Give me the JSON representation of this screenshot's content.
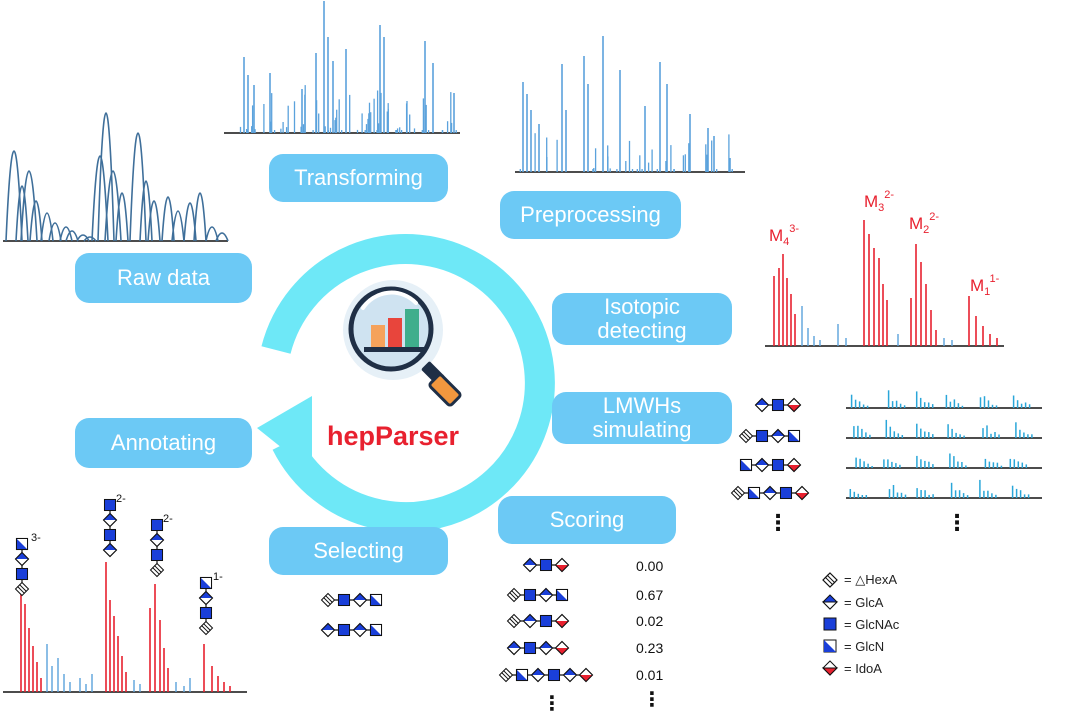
{
  "steps": {
    "raw_data": "Raw data",
    "transforming": "Transforming",
    "preprocessing": "Preprocessing",
    "isotopic_1": "Isotopic",
    "isotopic_2": "detecting",
    "lmwhs_1": "LMWHs",
    "lmwhs_2": "simulating",
    "scoring": "Scoring",
    "selecting": "Selecting",
    "annotating": "Annotating"
  },
  "center": {
    "name": "hepParser"
  },
  "peak_labels": {
    "m4_base": "M",
    "m4_sub": "4",
    "m4_sup": "3-",
    "m3_base": "M",
    "m3_sub": "3",
    "m3_sup": "2-",
    "m2_base": "M",
    "m2_sub": "2",
    "m2_sup": "2-",
    "m1_base": "M",
    "m1_sub": "1",
    "m1_sup": "1-"
  },
  "annotation_charges": [
    "3-",
    "2-",
    "2-",
    "1-"
  ],
  "scores": [
    "0.00",
    "0.67",
    "0.02",
    "0.23",
    "0.01"
  ],
  "legend": [
    {
      "symbol": "dHexA",
      "label": "= △HexA"
    },
    {
      "symbol": "GlcA",
      "label": "= GlcA"
    },
    {
      "symbol": "GlcNAc",
      "label": "= GlcNAc"
    },
    {
      "symbol": "GlcN",
      "label": "= GlcN"
    },
    {
      "symbol": "IdoA",
      "label": "= IdoA"
    }
  ],
  "ellipsis": "⋮",
  "colors": {
    "step_box": "#6cc9f5",
    "cycle_arrow": "#6ee8f7",
    "brand_red": "#e8212f",
    "raw_spectrum": "#3f6f9a",
    "centroid_blue": "#5ba2dc",
    "isotope_red": "#e8212f",
    "glcnac_blue": "#1a3fd9",
    "idoa_red": "#e8212f"
  },
  "icons": {
    "center": "magnifier-chart-icon",
    "glycan_symbols": "snfg-glycan-icon"
  }
}
